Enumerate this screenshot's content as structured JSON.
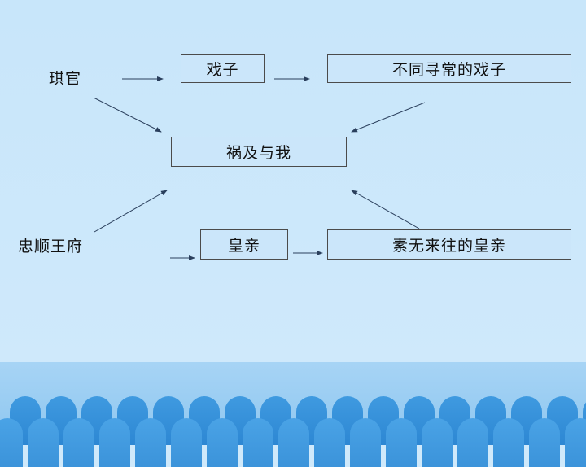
{
  "diagram": {
    "left_labels": {
      "qiguan": "琪官",
      "zhongshun": "忠顺王府"
    },
    "boxes": {
      "xizi": "戏子",
      "butongxunchang": "不同寻常的戏子",
      "huojiyuwo": "祸及与我",
      "huangqin": "皇亲",
      "suwulaiwang": "素无来往的皇亲"
    }
  }
}
